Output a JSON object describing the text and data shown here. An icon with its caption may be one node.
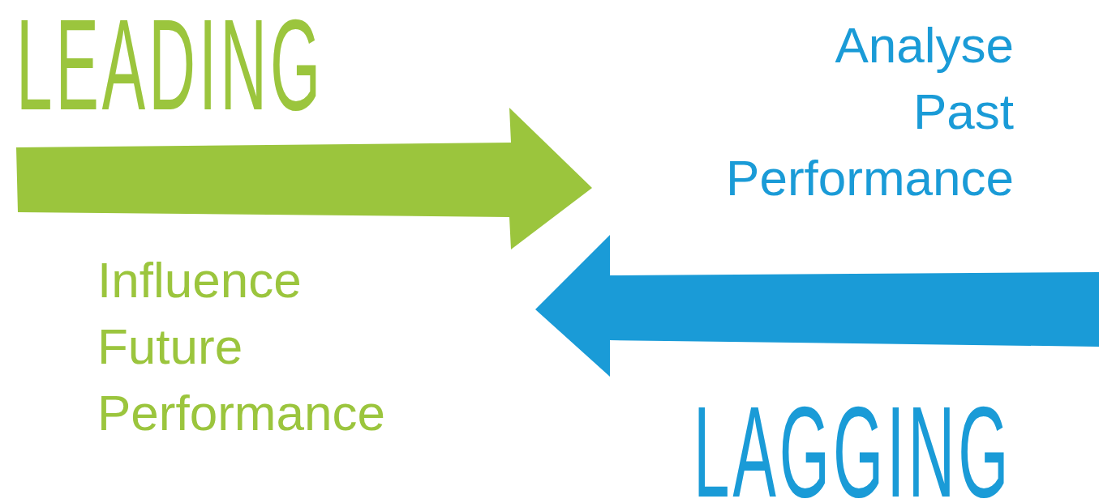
{
  "diagram": {
    "labels": [
      "LEADING",
      "Analyse Past Performance",
      "Influence Future Performance",
      "LAGGING"
    ]
  }
}
